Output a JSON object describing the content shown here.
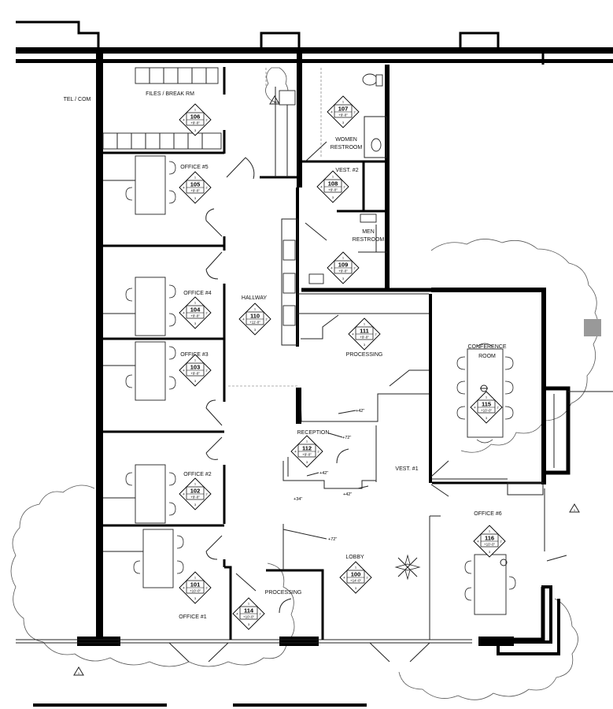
{
  "labels": {
    "tel_com": "TEL / COM",
    "files_break": "FILES / BREAK RM",
    "office5": "OFFICE #5",
    "office4": "OFFICE #4",
    "office3": "OFFICE #3",
    "office2": "OFFICE #2",
    "office1": "OFFICE #1",
    "office6": "OFFICE #6",
    "women_restroom_1": "WOMEN",
    "women_restroom_2": "RESTROOM",
    "men_restroom_1": "MEN",
    "men_restroom_2": "RESTROOM",
    "vest2": "VEST. #2",
    "vest1": "VEST. #1",
    "hallway": "HALLWAY",
    "processing_upper": "PROCESSING",
    "processing_lower": "PROCESSING",
    "conference_1": "CONFERENCE",
    "conference_2": "ROOM",
    "reception": "RECEPTION",
    "lobby": "LOBBY"
  },
  "room_tags": [
    {
      "number": "106",
      "height": "+9'-0\"",
      "top": "1",
      "left": "4",
      "right": "2",
      "bottom": "3"
    },
    {
      "number": "107",
      "height": "+9'-0\"",
      "top": "1",
      "left": "4",
      "right": "2",
      "bottom": "3"
    },
    {
      "number": "105",
      "height": "+9'-0\"",
      "top": "1",
      "left": "4",
      "right": "2",
      "bottom": "3"
    },
    {
      "number": "108",
      "height": "+9'-0\"",
      "top": "1",
      "left": "4",
      "right": "2",
      "bottom": "3"
    },
    {
      "number": "109",
      "height": "+9'-0\"",
      "top": "1",
      "left": "4",
      "right": "2",
      "bottom": "3"
    },
    {
      "number": "104",
      "height": "+9'-0\"",
      "top": "1",
      "left": "4",
      "right": "2",
      "bottom": "3"
    },
    {
      "number": "110",
      "height": "+11'-0\"",
      "top": "1",
      "left": "4",
      "right": "2",
      "bottom": "3"
    },
    {
      "number": "111",
      "height": "+9'-0\"",
      "top": "1",
      "left": "4",
      "right": "2",
      "bottom": "3"
    },
    {
      "number": "103",
      "height": "+9'-0\"",
      "top": "1",
      "left": "4",
      "right": "2",
      "bottom": "3"
    },
    {
      "number": "115",
      "height": "+10'-0\"",
      "top": "1",
      "left": "4",
      "right": "2",
      "bottom": "3"
    },
    {
      "number": "112",
      "height": "+9'-0\"",
      "top": "1",
      "left": "4",
      "right": "2",
      "bottom": "3"
    },
    {
      "number": "102",
      "height": "+9'-0\"",
      "top": "1",
      "left": "4",
      "right": "2",
      "bottom": "3"
    },
    {
      "number": "116",
      "height": "+10'-0\"",
      "top": "1",
      "left": "4",
      "right": "2",
      "bottom": "3"
    },
    {
      "number": "100",
      "height": "+14'-0\"",
      "top": "1",
      "left": "4",
      "right": "2",
      "bottom": "3"
    },
    {
      "number": "101",
      "height": "+10'-0\"",
      "top": "1",
      "left": "4",
      "right": "2",
      "bottom": "3"
    },
    {
      "number": "114",
      "height": "+10'-0\"",
      "top": "1",
      "left": "4",
      "right": "2",
      "bottom": "3"
    }
  ],
  "dimensions": {
    "d42a": "+42\"",
    "d72a": "+72\"",
    "d42b": "+42\"",
    "d34": "+34\"",
    "d42c": "+42\"",
    "d72b": "+72\""
  },
  "revision_marks": [
    "1",
    "1",
    "1"
  ],
  "colors": {
    "line": "#000000",
    "cloud": "#555555",
    "gray_box": "#999999"
  }
}
